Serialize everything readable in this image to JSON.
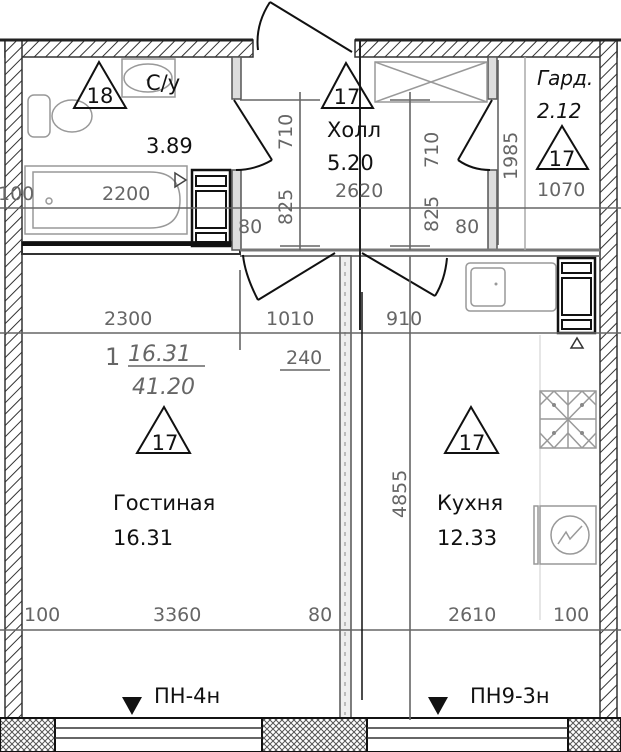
{
  "plan": {
    "apartment": {
      "rooms_count": "1",
      "living_area": "16.31",
      "total_area": "41.20"
    },
    "rooms": [
      {
        "id": "bathroom",
        "name": "С/у",
        "area": "3.89",
        "finish_code": "18"
      },
      {
        "id": "hall",
        "name": "Холл",
        "area": "5.20",
        "finish_code": "17"
      },
      {
        "id": "wardrobe",
        "name": "Гард.",
        "area": "2.12",
        "finish_code": "17"
      },
      {
        "id": "living",
        "name": "Гостиная",
        "area": "16.31",
        "finish_code": "17"
      },
      {
        "id": "kitchen",
        "name": "Кухня",
        "area": "12.33",
        "finish_code": "17"
      }
    ],
    "dimensions": {
      "bath_width": "2200",
      "bath_left": "100",
      "bath_wall": "80",
      "hall_width": "2620",
      "hall_710_left": "710",
      "hall_825_left": "825",
      "hall_710_right": "710",
      "hall_825_right": "825",
      "hall_wall_right": "80",
      "wardrobe_depth": "1985",
      "wardrobe_width": "1070",
      "living_upper": "2300",
      "door_living": "1010",
      "door_kitchen": "910",
      "partition": "240",
      "kitchen_height": "4855",
      "bottom_left": "100",
      "living_width": "3360",
      "bottom_mid": "80",
      "kitchen_width": "2610",
      "bottom_right": "100"
    },
    "windows": [
      {
        "id": "window-living",
        "label": "ПН-4н"
      },
      {
        "id": "window-kitchen",
        "label": "ПН9-3н"
      }
    ],
    "colors": {
      "wall": "#222222",
      "dimension": "#666666",
      "fixture": "#999999"
    }
  }
}
